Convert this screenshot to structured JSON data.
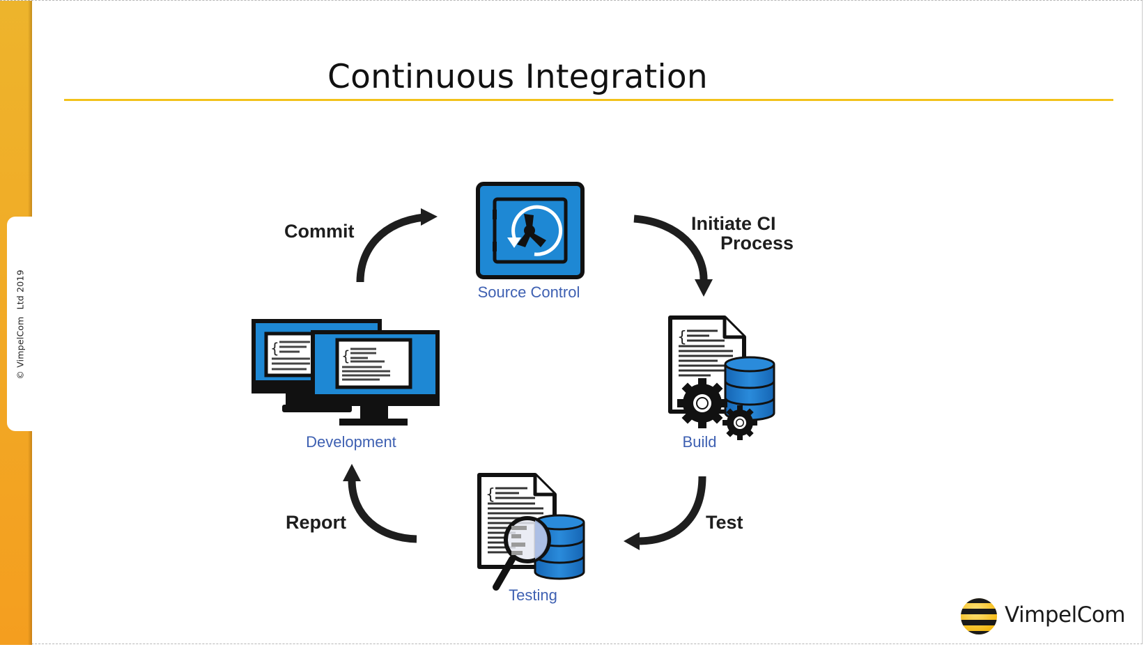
{
  "slide": {
    "title": "Continuous Integration",
    "copyright": {
      "prefix": "© VimpelCom",
      "suffix": "Ltd 2019"
    },
    "brand": {
      "name": "VimpelCom"
    },
    "colors": {
      "sidebar_top": "#EDB42C",
      "sidebar_bottom": "#F49E1F",
      "title_rule": "#F2C21B",
      "icon_blue": "#1E88D4",
      "label_blue": "#3E60B2",
      "arrow": "#1e1e1e"
    }
  },
  "diagram": {
    "nodes": [
      {
        "id": "source-control",
        "label": "Source Control",
        "icon": "vault-sync-icon"
      },
      {
        "id": "build",
        "label": "Build",
        "icon": "document-database-gears-icon"
      },
      {
        "id": "testing",
        "label": "Testing",
        "icon": "document-database-magnifier-icon"
      },
      {
        "id": "development",
        "label": "Development",
        "icon": "dual-monitor-code-icon"
      }
    ],
    "edges": [
      {
        "from": "development",
        "to": "source-control",
        "label": "Commit"
      },
      {
        "from": "source-control",
        "to": "build",
        "label_line1": "Initiate CI",
        "label_line2": "Process"
      },
      {
        "from": "build",
        "to": "testing",
        "label": "Test"
      },
      {
        "from": "testing",
        "to": "development",
        "label": "Report"
      }
    ]
  }
}
